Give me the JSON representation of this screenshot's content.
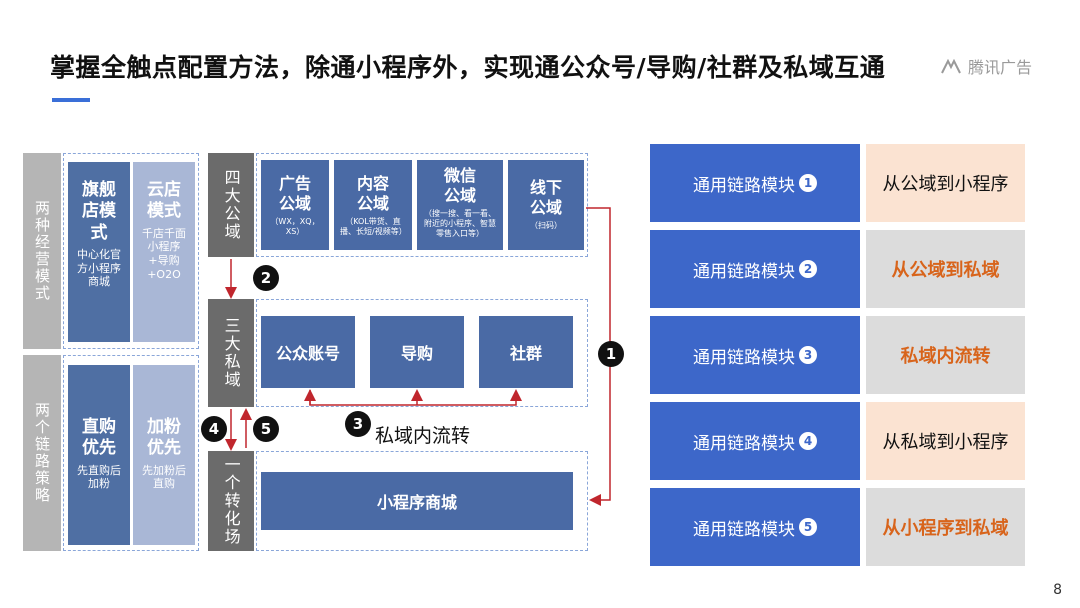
{
  "header": {
    "title": "掌握全触点配置方法，除通小程序外，实现通公众号/导购/社群及私域互通",
    "brand": "腾讯广告",
    "page_number": "8"
  },
  "left": {
    "modes_label": "两种经营模式",
    "strategies_label": "两个链路策略",
    "modes": [
      {
        "title": "旗舰店模式",
        "sub": "中心化官方小程序商城"
      },
      {
        "title": "云店模式",
        "sub": "千店千面小程序+导购+O2O"
      }
    ],
    "strategies": [
      {
        "title": "直购优先",
        "sub": "先直购后加粉"
      },
      {
        "title": "加粉优先",
        "sub": "先加粉后直购"
      }
    ]
  },
  "center": {
    "public_label": "四大公域",
    "private_label": "三大私域",
    "conversion_label": "一个转化场",
    "public_cards": [
      {
        "title": "广告公域",
        "sub": "（WX，XQ，XS）"
      },
      {
        "title": "内容公域",
        "sub": "（KOL带货、直播、长短/视频等）"
      },
      {
        "title": "微信公域",
        "sub": "（搜一搜、看一看、附近的小程序、智慧零售入口等）"
      },
      {
        "title": "线下公域",
        "sub": "（扫码）"
      }
    ],
    "private_cards": [
      "公众账号",
      "导购",
      "社群"
    ],
    "mall": "小程序商城",
    "flow_label": "私域内流转",
    "badges": {
      "one": "1",
      "two": "2",
      "three": "3",
      "four": "4",
      "five": "5"
    }
  },
  "modules": [
    {
      "label": "通用链路模块",
      "num": "1",
      "desc": "从公域到小程序",
      "style": "peach"
    },
    {
      "label": "通用链路模块",
      "num": "2",
      "desc": "从公域到私域",
      "style": "gray"
    },
    {
      "label": "通用链路模块",
      "num": "3",
      "desc": "私域内流转",
      "style": "gray"
    },
    {
      "label": "通用链路模块",
      "num": "4",
      "desc": "从私域到小程序",
      "style": "peach"
    },
    {
      "label": "通用链路模块",
      "num": "5",
      "desc": "从小程序到私域",
      "style": "gray"
    }
  ],
  "colors": {
    "accent": "#3d67c9",
    "arrow": "#c0262d",
    "highlight": "#d8641b"
  }
}
